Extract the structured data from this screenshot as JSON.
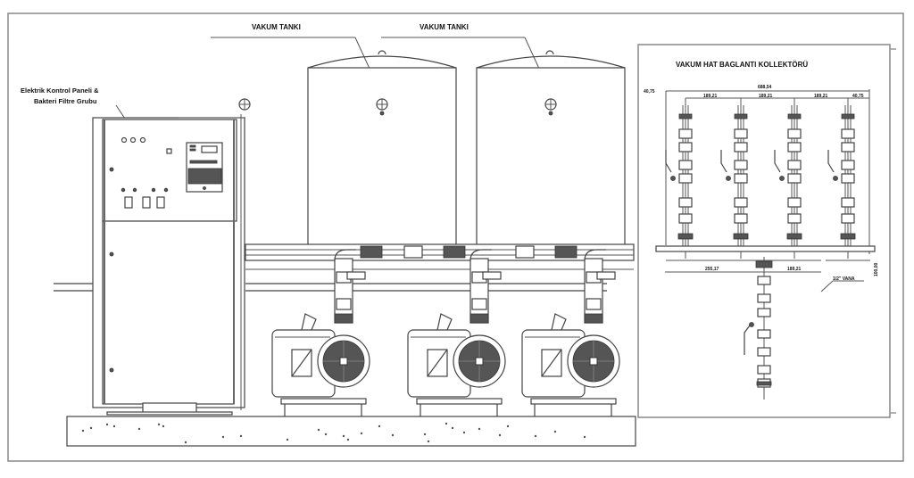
{
  "drawing": {
    "labels": {
      "panel_line1": "Elektrik Kontrol Paneli &",
      "panel_line2": "Bakteri Filtre Grubu",
      "tank1": "VAKUM TANKI",
      "tank2": "VAKUM TANKI",
      "collector_title": "VAKUM HAT BAGLANTI KOLLEKTÖRÜ"
    },
    "collector_dimensions": {
      "left_offset": "40,75",
      "total_width": "688,54",
      "spacing_1": "189,21",
      "spacing_2": "189,21",
      "spacing_3": "189,21",
      "right_offset": "40,75",
      "bottom_left": "255,17",
      "bottom_right": "189,21",
      "height_dim": "100,00",
      "outlet_note": "1/2\" VANA"
    },
    "counts": {
      "vacuum_tanks": 2,
      "vacuum_pumps": 3,
      "collector_branches": 4
    }
  }
}
